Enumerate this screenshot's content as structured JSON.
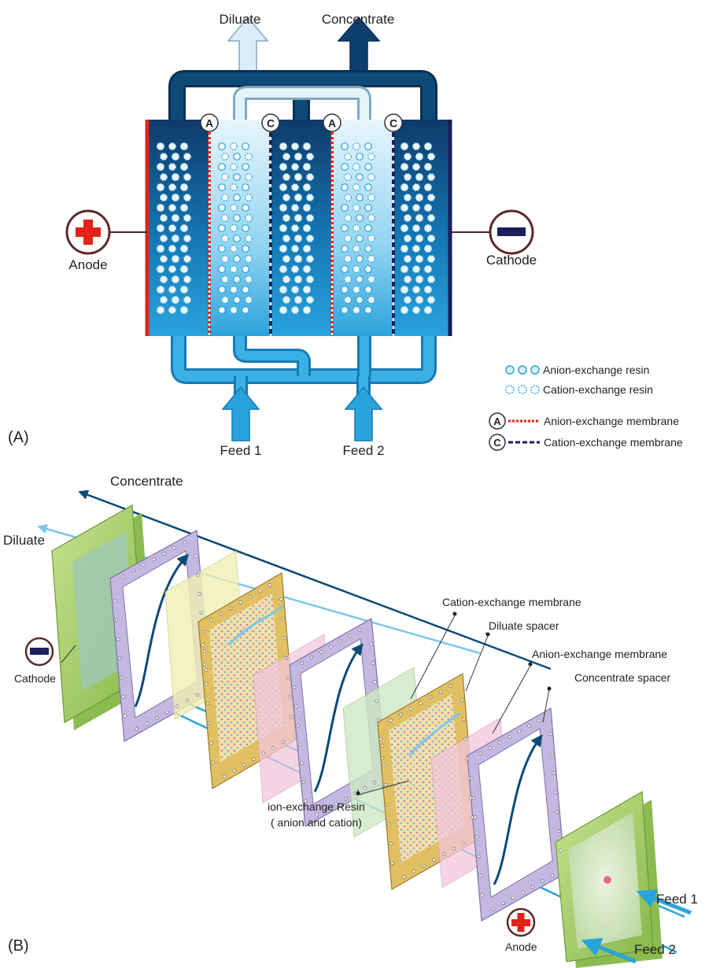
{
  "panel_a": {
    "tag": "(A)",
    "outlets": {
      "diluate": "Diluate",
      "concentrate": "Concentrate"
    },
    "electrodes": {
      "anode": "Anode",
      "cathode": "Cathode"
    },
    "feeds": {
      "feed1": "Feed 1",
      "feed2": "Feed 2"
    },
    "membrane_markers": [
      "A",
      "C",
      "A",
      "C"
    ],
    "legend": {
      "anion_resin": "Anion-exchange resin",
      "cation_resin": "Cation-exchange resin",
      "anion_membrane_marker": "A",
      "anion_membrane": "Anion-exchange membrane",
      "cation_membrane_marker": "C",
      "cation_membrane": "Cation-exchange membrane"
    },
    "colors": {
      "concentrate": "#0d3f6e",
      "diluate": "#8fd3f0",
      "feed": "#2aa3dc",
      "anode": "#e2231a",
      "cathode": "#1b1f5c",
      "anion_membrane": "#e2231a",
      "cation_membrane": "#1b1f5c"
    }
  },
  "panel_b": {
    "tag": "(B)",
    "labels": {
      "concentrate": "Concentrate",
      "diluate": "Diluate",
      "cathode": "Cathode",
      "anode": "Anode",
      "feed1": "Feed 1",
      "feed2": "Feed 2",
      "cation_membrane": "Cation-exchange membrane",
      "diluate_spacer": "Diluate spacer",
      "anion_membrane": "Anion-exchange membrane",
      "concentrate_spacer": "Concentrate spacer",
      "resin_line1": "ion-exchange Resin",
      "resin_line2": "( anion and cation)"
    },
    "colors": {
      "end_plate": "#a8cf6a",
      "spacer_frame": "#b7abd8",
      "diluate_spacer": "#e6c66c",
      "cation_membrane": "#cfe8c4",
      "anion_membrane": "#f2c7dd",
      "concentrate_line": "#0d4a78",
      "diluate_line": "#7cc7ec",
      "feed_line": "#2aa3dc"
    }
  }
}
